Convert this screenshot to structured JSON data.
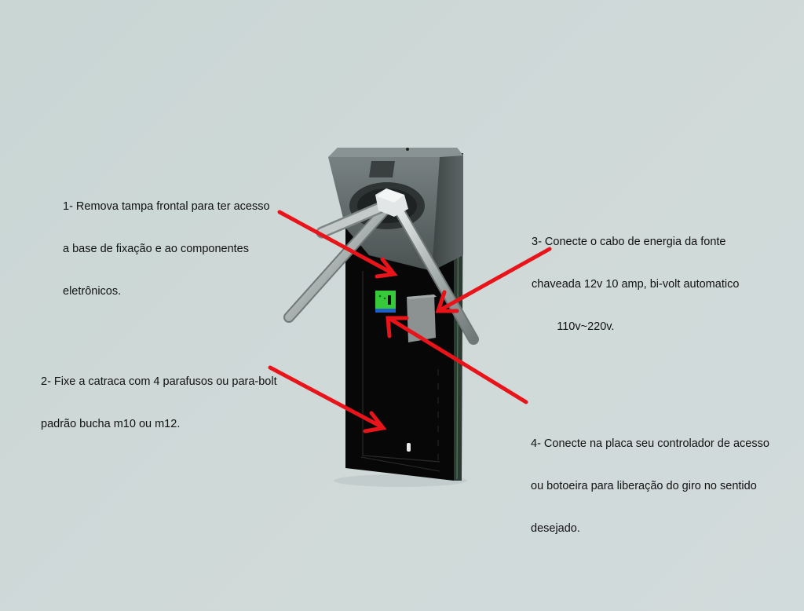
{
  "diagram": {
    "subject": "tripod turnstile installation guide",
    "background_color": "#ccd7d6",
    "arrow_color": "#e8141a",
    "device_body_color": "#0a0a0a",
    "device_head_color": "#5e6666"
  },
  "captions": [
    {
      "id": "step-1",
      "lines": [
        "1- Remova tampa frontal para ter acesso",
        "a base de fixação e ao componentes",
        "eletrônicos."
      ]
    },
    {
      "id": "step-2",
      "lines": [
        "2- Fixe a catraca com 4 parafusos ou para-bolt",
        "padrão bucha m10 ou m12."
      ]
    },
    {
      "id": "step-3",
      "lines": [
        "3- Conecte o cabo de energia da fonte",
        "chaveada 12v 10 amp, bi-volt automatico",
        "        110v~220v."
      ]
    },
    {
      "id": "step-4",
      "lines": [
        "4- Conecte na placa seu controlador de acesso",
        "ou botoeira para liberação do giro no sentido",
        "desejado."
      ]
    }
  ]
}
